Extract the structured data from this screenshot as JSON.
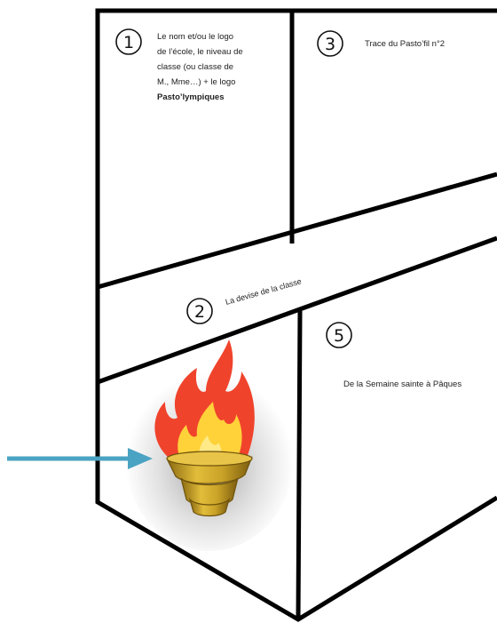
{
  "zones": {
    "one": {
      "number": "1",
      "lines": [
        "Le nom et/ou le logo",
        "de l’école, le niveau de",
        "classe (ou classe de",
        "M., Mme…) + le logo"
      ],
      "bold_line": "Pasto’lympiques"
    },
    "two": {
      "number": "2",
      "text": "La devise de la classe"
    },
    "three": {
      "number": "3",
      "text": "Trace du Pasto’fil n°2"
    },
    "five": {
      "number": "5",
      "text": "De la Semaine sainte à Pâques"
    }
  },
  "colors": {
    "stroke": "#000000",
    "arrow": "#4ba3c3",
    "flame_outer": "#f0432c",
    "flame_inner": "#ffd23a",
    "torch_gold": "#c9a227",
    "torch_shadow": "#8a6a12"
  },
  "icons": {
    "torch": "torch-icon",
    "arrow": "arrow-right-icon"
  }
}
